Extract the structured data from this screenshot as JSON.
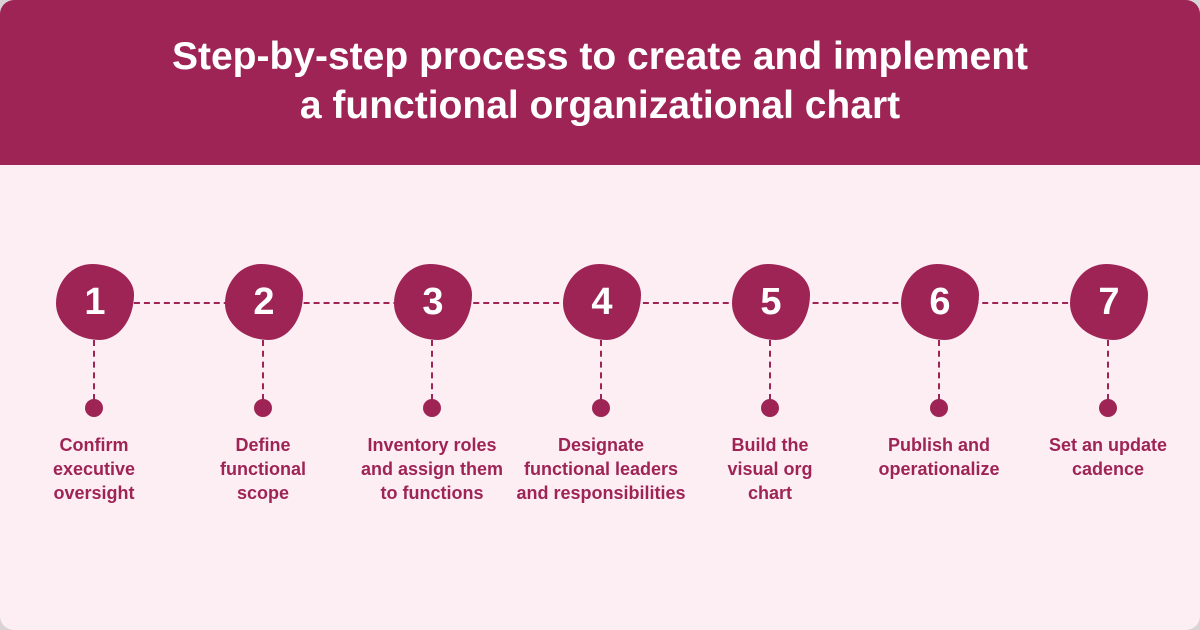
{
  "title_line1": "Step-by-step process to create and implement",
  "title_line2": "a functional organizational chart",
  "accent_color": "#9e2456",
  "background_color": "#fdeef3",
  "steps": [
    {
      "number": "1",
      "lines": [
        "Confirm",
        "executive",
        "oversight"
      ]
    },
    {
      "number": "2",
      "lines": [
        "Define",
        "functional",
        "scope"
      ]
    },
    {
      "number": "3",
      "lines": [
        "Inventory roles",
        "and assign them",
        "to functions"
      ]
    },
    {
      "number": "4",
      "lines": [
        "Designate",
        "functional leaders",
        "and responsibilities"
      ]
    },
    {
      "number": "5",
      "lines": [
        "Build the",
        "visual org",
        "chart"
      ]
    },
    {
      "number": "6",
      "lines": [
        "Publish and",
        "operationalize"
      ]
    },
    {
      "number": "7",
      "lines": [
        "Set an update",
        "cadence"
      ]
    }
  ]
}
